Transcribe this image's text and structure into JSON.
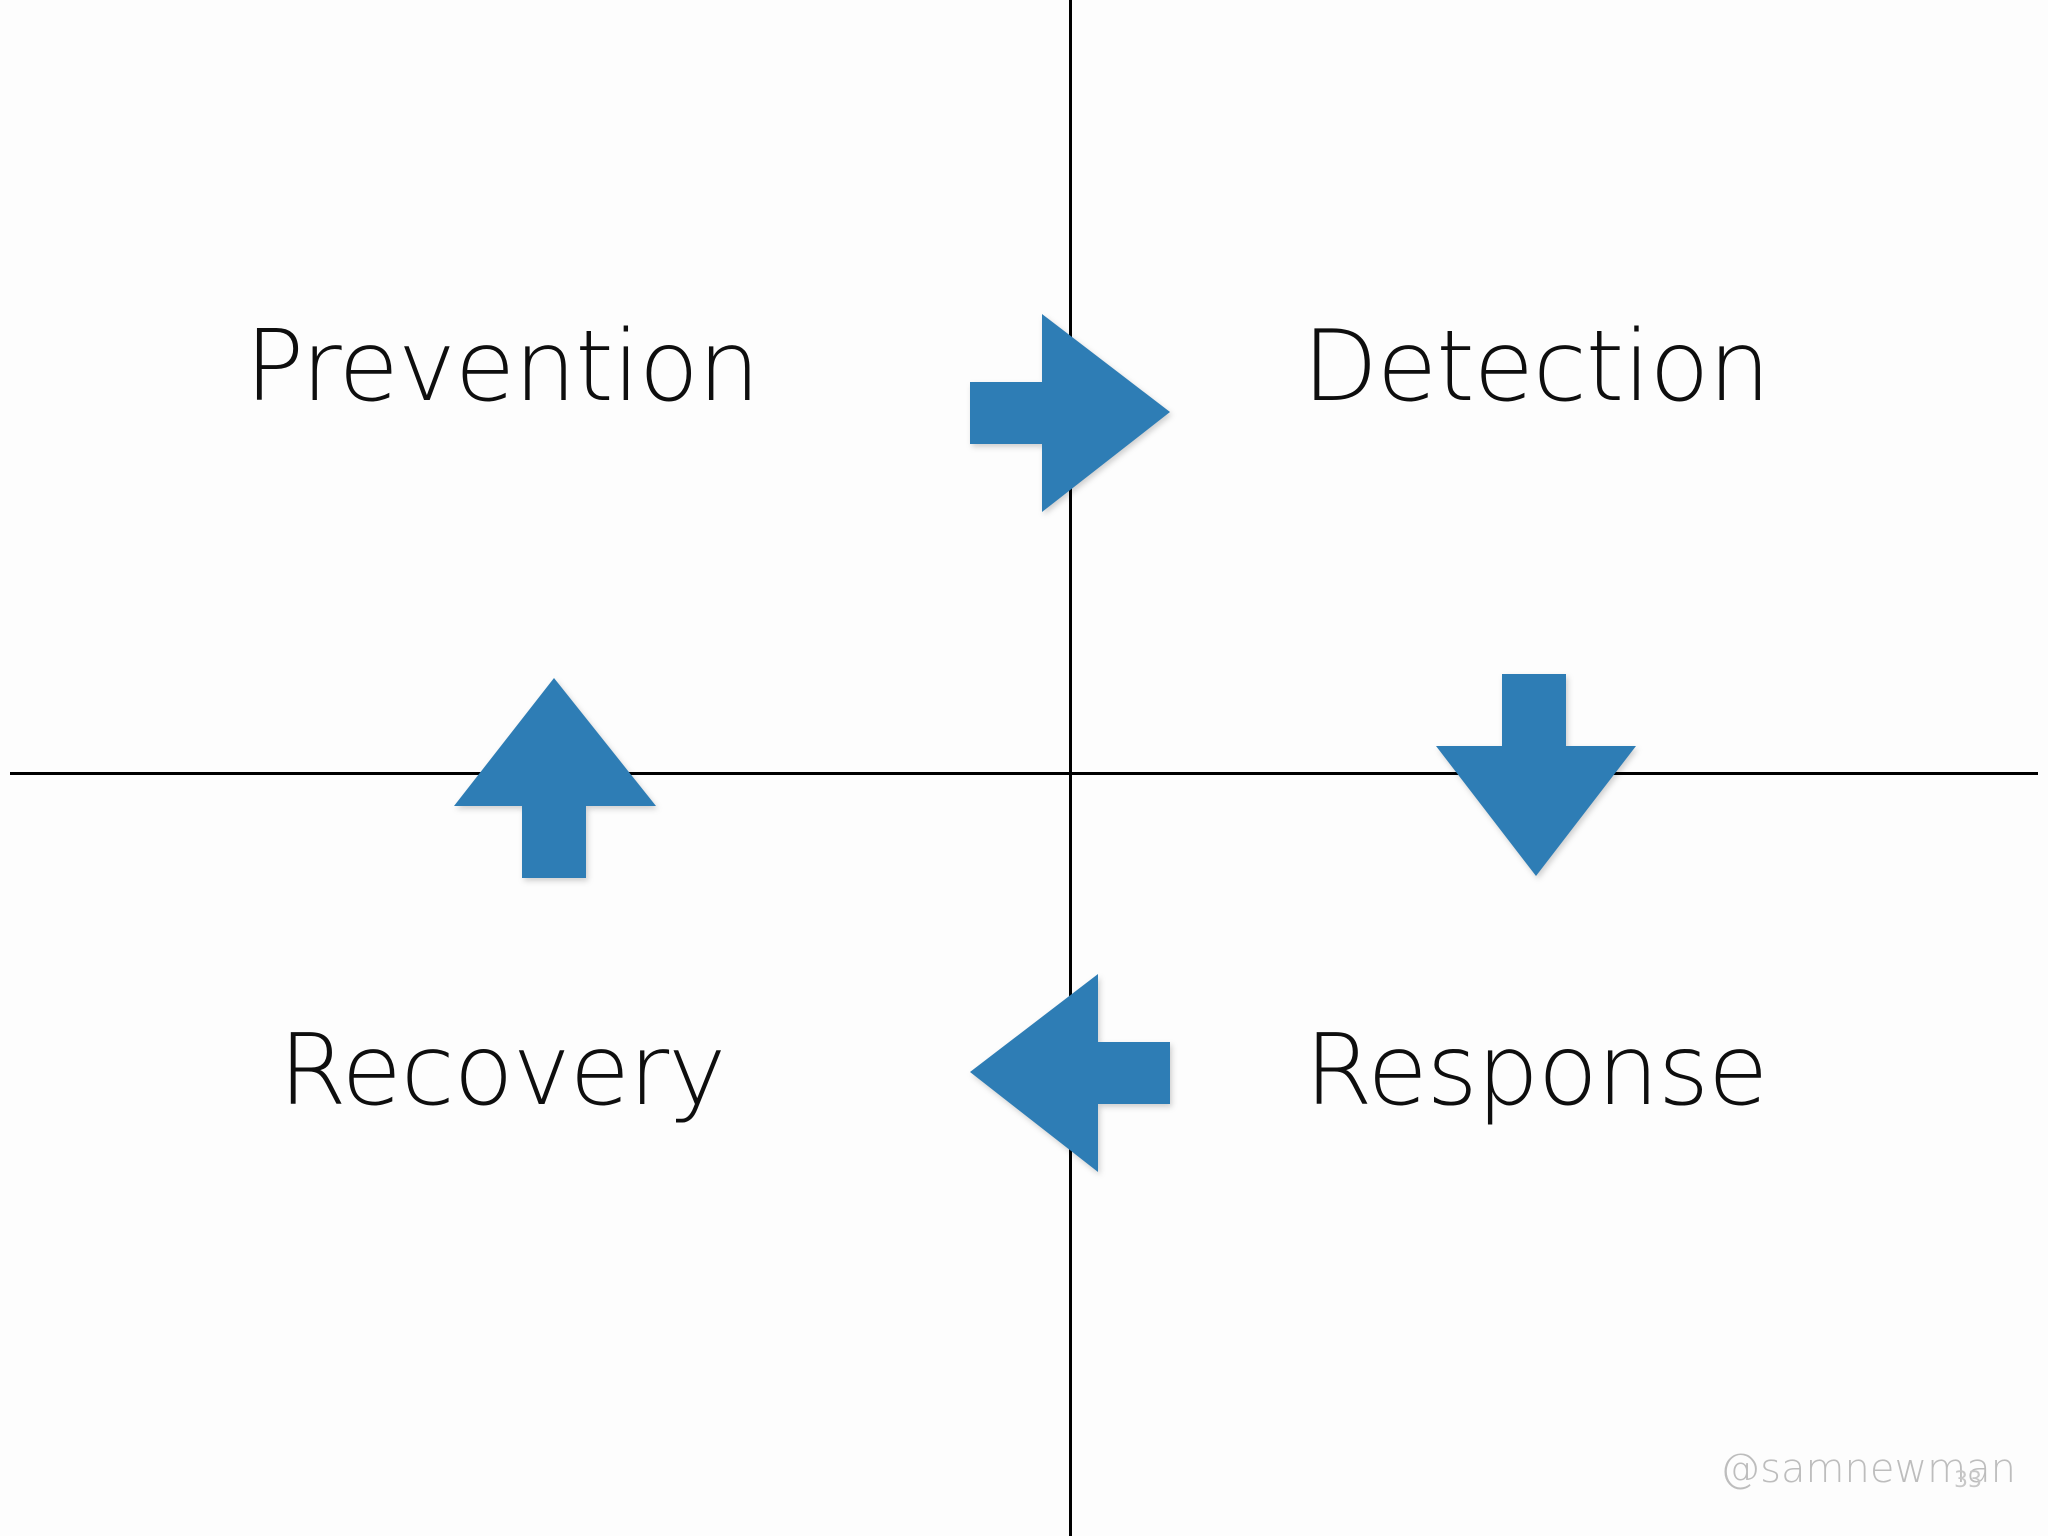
{
  "quadrants": {
    "top_left": "Prevention",
    "top_right": "Detection",
    "bottom_left": "Recovery",
    "bottom_right": "Response"
  },
  "arrows": [
    {
      "name": "prevention-to-detection-arrow",
      "direction": "right"
    },
    {
      "name": "detection-to-response-arrow",
      "direction": "down"
    },
    {
      "name": "response-to-recovery-arrow",
      "direction": "left"
    },
    {
      "name": "recovery-to-prevention-arrow",
      "direction": "up"
    }
  ],
  "colors": {
    "arrow": "#2e7db5",
    "background": "#fdfdfd",
    "axis": "#000000"
  },
  "footer": {
    "handle": "@samnewman",
    "slide_number": "33"
  }
}
